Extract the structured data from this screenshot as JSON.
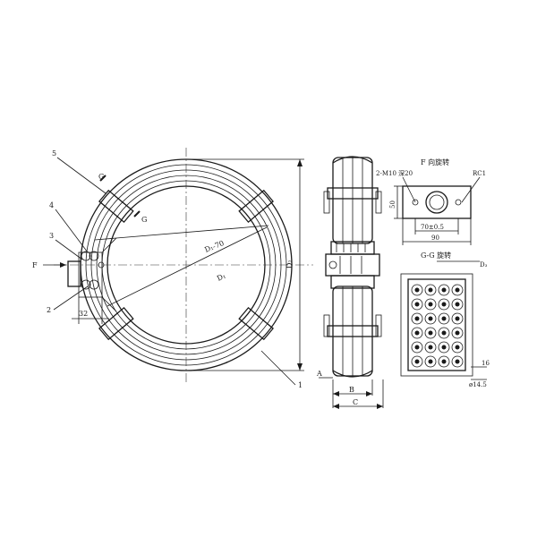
{
  "callouts": [
    "1",
    "2",
    "3",
    "4",
    "5"
  ],
  "ring": {
    "section_letter": "G",
    "view_arrow": "F",
    "dim_d1_minus": "D₁-70",
    "dim_d1": "D₁",
    "dim_d2": "D₂",
    "dim_32": "32"
  },
  "side": {
    "dim_a": "A",
    "dim_b": "B",
    "dim_c": "C"
  },
  "view_f": {
    "title": "F 向旋转",
    "bolt": "2-M10 深20",
    "port": "RC1",
    "dim_50": "50",
    "dim_70": "70±0.5",
    "dim_90": "90"
  },
  "section_gg": {
    "title": "G-G 旋转",
    "d3": "D₃",
    "dim_16": "16",
    "dim_phi": "ø14.5"
  }
}
